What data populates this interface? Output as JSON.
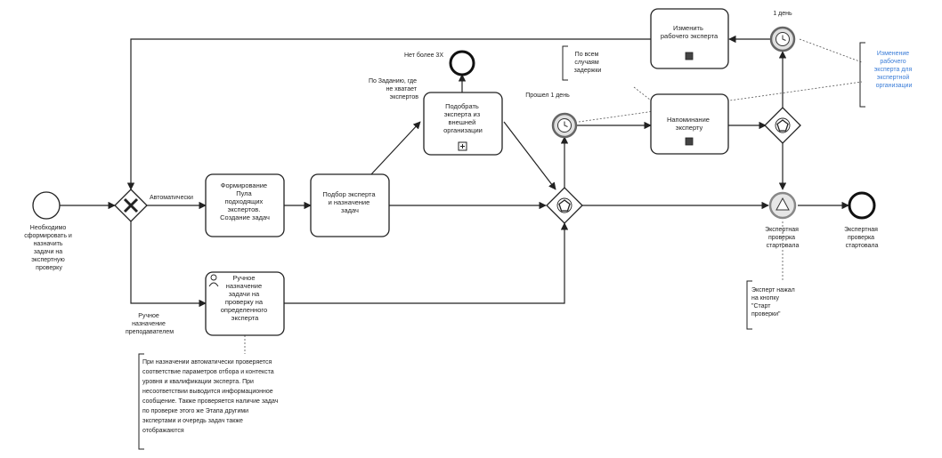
{
  "events": {
    "start_label": [
      "Необходимо",
      "сформировать и",
      "назначить",
      "задачи на",
      "экспертную",
      "проверку"
    ],
    "end_main_label": [
      "Экспертная",
      "проверка",
      "стартовала"
    ],
    "end_top_label": "Нет более 3Х",
    "signal_label": [
      "Экспертная",
      "проверка",
      "стартовала"
    ],
    "timer_mid_label": "Прошел 1 день",
    "timer_top_label": "1 день"
  },
  "flows": {
    "auto_label": "Автоматически",
    "manual_label": [
      "Ручное",
      "назначение",
      "преподавателем"
    ],
    "external_label": [
      "По Заданию, где",
      "не хватает",
      "экспертов"
    ]
  },
  "tasks": {
    "form_pool": [
      "Формирование",
      "Пула",
      "подходящих",
      "экспертов.",
      "Создание задач"
    ],
    "select_expert": [
      "Подбор эксперта",
      "и назначение",
      "задач"
    ],
    "external_expert": [
      "Подобрать",
      "эксперта из",
      "внешней",
      "организации"
    ],
    "manual_assign": [
      "Ручное",
      "назначение",
      "задачи на",
      "проверку на",
      "определенного",
      "эксперта"
    ],
    "remind_expert": [
      "Напоминание",
      "эксперту"
    ],
    "change_expert": [
      "Изменить",
      "рабочего эксперта"
    ]
  },
  "annotations": {
    "all_cases": [
      "По всем",
      "случаям",
      "задержки"
    ],
    "change_note": [
      "Изменение",
      "рабочего",
      "эксперта для",
      "экспертной",
      "организации"
    ],
    "start_button": [
      "Эксперт нажал",
      "на кнопку",
      "\"Старт",
      "проверки\""
    ],
    "auto_note": [
      "При назначении автоматически проверяется",
      "соответствие параметров отбора и контекста",
      "уровня и квалификации эксперта. При",
      "несоответствии выводится информационное",
      "сообщение. Также проверяется наличие задач",
      "по проверке этого же Этапа другими",
      "экспертами и очередь задач также",
      "отображаются"
    ]
  },
  "colors": {
    "accent": "#3b7dd8",
    "stroke": "#222222"
  }
}
